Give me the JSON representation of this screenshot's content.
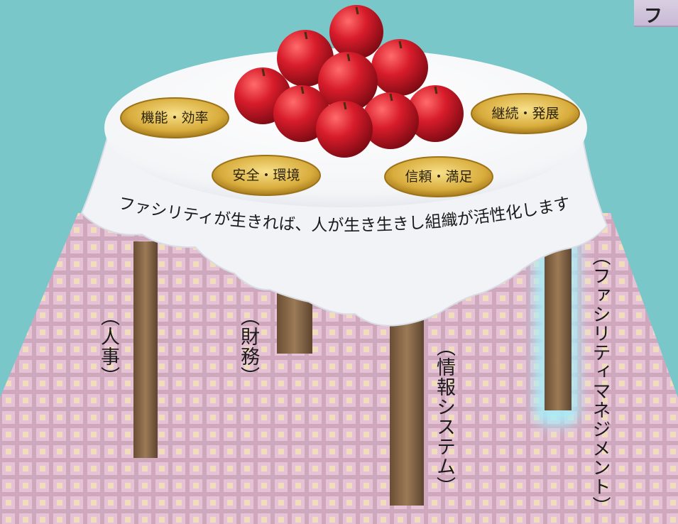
{
  "corner_tab": {
    "text": "フ"
  },
  "slogan": "ファシリティが生きれば、人が生き生きし組織が活性化します",
  "plates": [
    {
      "label": "機能・効率"
    },
    {
      "label": "継続・発展"
    },
    {
      "label": "安全・環境"
    },
    {
      "label": "信頼・満足"
    }
  ],
  "legs": [
    {
      "label": "（人事）"
    },
    {
      "label": "（財務）"
    },
    {
      "label": "（情報システム）"
    },
    {
      "label": "（ファシリティマネジメント）"
    }
  ],
  "colors": {
    "background": "#79c7c9",
    "tablecloth": "#ffffff",
    "leg_wood": "#8a6a48",
    "plate_gold": "#e0b847",
    "apple_red": "#d41b2a",
    "carpet_pink": "#d7b2c6",
    "highlight_glow": "#9fe6f5"
  }
}
